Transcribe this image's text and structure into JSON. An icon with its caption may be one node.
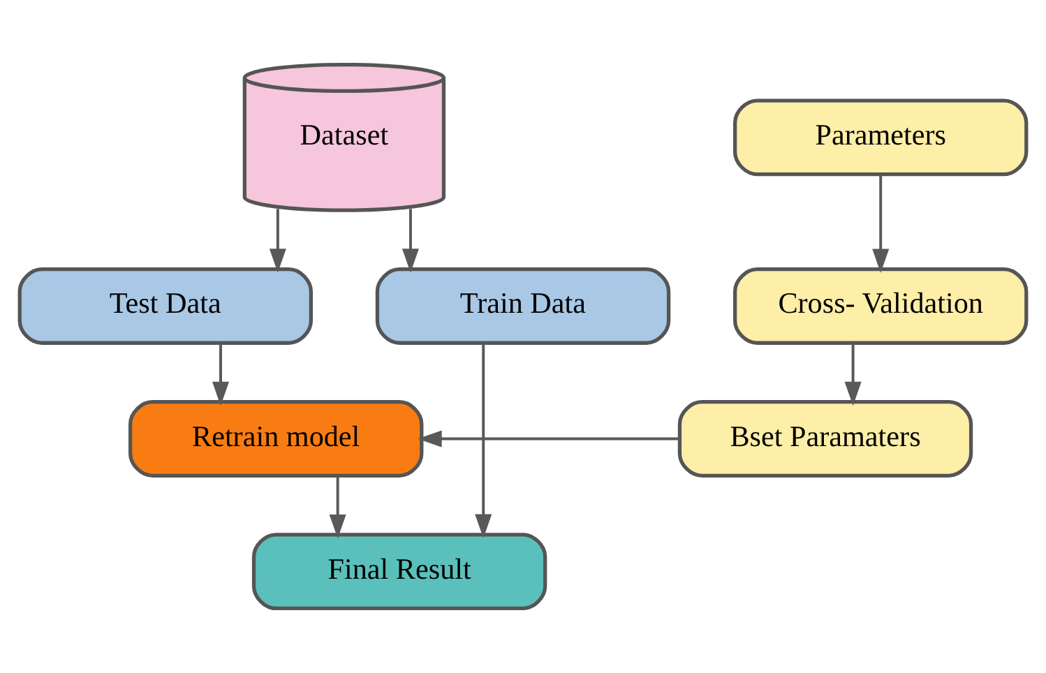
{
  "diagram": {
    "nodes": [
      {
        "text": [
          "Dataset"
        ]
      },
      {
        "text": [
          "Parameters"
        ]
      },
      {
        "text": [
          "Cross- Validation"
        ]
      },
      {
        "text": [
          "Bset Paramaters"
        ]
      },
      {
        "text": [
          "Test Data"
        ]
      },
      {
        "text": [
          "Train Data"
        ]
      },
      {
        "text": [
          "Retrain model"
        ]
      },
      {
        "text": [
          "Final Result"
        ]
      }
    ],
    "edges": [
      {
        "from": 0,
        "to": 4,
        "arrow": "to"
      },
      {
        "from": 0,
        "to": 5,
        "arrow": "to"
      },
      {
        "from": 1,
        "to": 2,
        "arrow": "to"
      },
      {
        "from": 2,
        "to": 3,
        "arrow": "to"
      },
      {
        "from": 3,
        "to": 6,
        "arrow": "to"
      },
      {
        "from": 4,
        "to": 6,
        "arrow": "to"
      },
      {
        "from": 6,
        "to": 7,
        "arrow": "to"
      },
      {
        "from": 5,
        "to": 7,
        "arrow": "to"
      }
    ]
  }
}
